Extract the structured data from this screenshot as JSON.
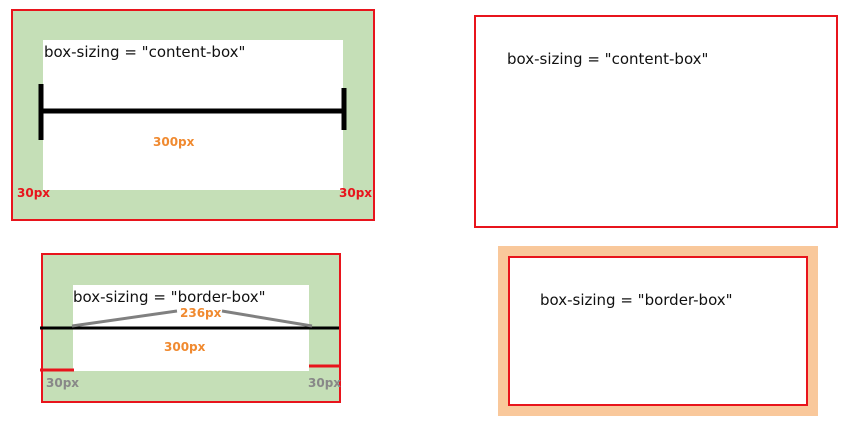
{
  "colors": {
    "padding_green": "#c5dfb7",
    "border_red": "#e8141c",
    "outer_orange": "#f9c89b",
    "accent_orange": "#f08a30",
    "label_red": "#e8141c",
    "label_gray": "#888888"
  },
  "diagrams": {
    "content_box": {
      "title": "box-sizing = \"content-box\"",
      "width_label": "300px",
      "left_padding_label": "30px",
      "right_padding_label": "30px"
    },
    "content_box_result": {
      "title": "box-sizing = \"content-box\""
    },
    "border_box": {
      "title": "box-sizing = \"border-box\"",
      "inner_width_label": "236px",
      "width_label": "300px",
      "left_padding_label": "30px",
      "right_padding_label": "30px"
    },
    "border_box_result": {
      "title": "box-sizing = \"border-box\""
    }
  }
}
